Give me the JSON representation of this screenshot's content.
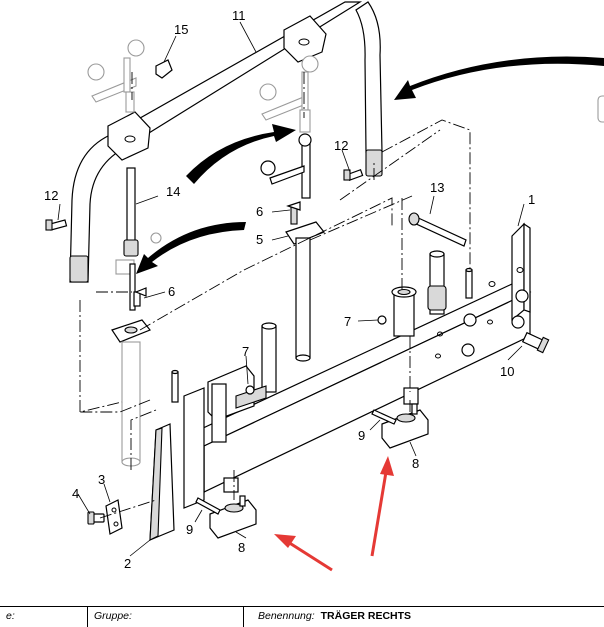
{
  "callouts": {
    "c1": "1",
    "c2": "2",
    "c3": "3",
    "c4": "4",
    "c5": "5",
    "c6a": "6",
    "c6b": "6",
    "c7a": "7",
    "c7b": "7",
    "c8a": "8",
    "c8b": "8",
    "c9a": "9",
    "c9b": "9",
    "c10": "10",
    "c11": "11",
    "c12a": "12",
    "c12b": "12",
    "c13": "13",
    "c14": "14",
    "c15": "15"
  },
  "footer": {
    "col1_label": "e:",
    "col2_label": "Gruppe:",
    "col3_label": "Benennung:",
    "col3_value": "TRÄGER RECHTS"
  },
  "colors": {
    "ink": "#000000",
    "arrow_red": "#e53935",
    "shade": "#d9d9d9"
  }
}
